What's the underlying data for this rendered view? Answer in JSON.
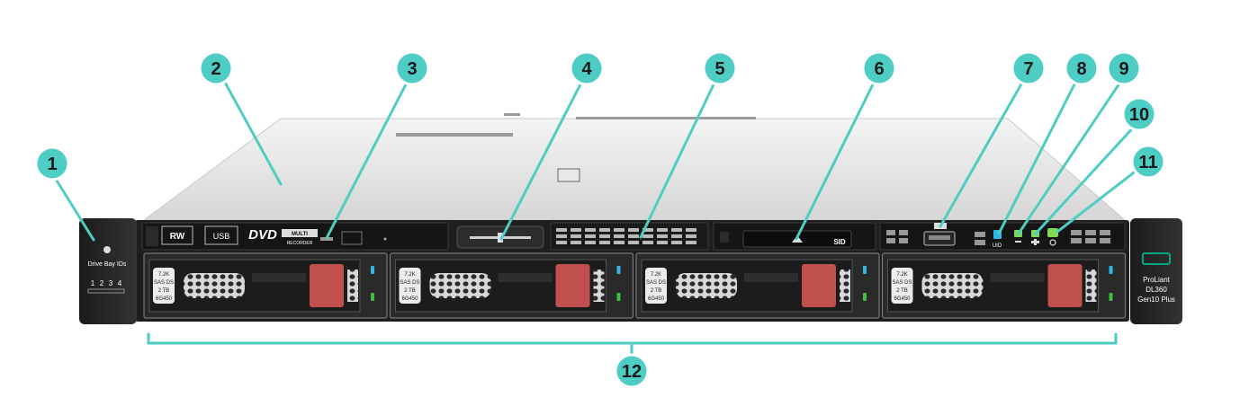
{
  "callouts": [
    "1",
    "2",
    "3",
    "4",
    "5",
    "6",
    "7",
    "8",
    "9",
    "10",
    "11",
    "12"
  ],
  "chassis": {
    "left_ear_label": "Drive Bay IDs",
    "bay_ids": [
      "1",
      "2",
      "3",
      "4"
    ],
    "optical_label": "DVD",
    "optical_sub": "RECORDER",
    "optical_badge_rw": "RW",
    "optical_badge_usb": "USB",
    "optical_badge_multi": "MULTI",
    "sid_label": "SID",
    "uid_label": "UID",
    "brand": "ProLiant",
    "model": "DL360",
    "generation": "Gen10 Plus"
  },
  "drives": [
    {
      "rpm": "7.2K",
      "iface": "SAS DS",
      "size": "2 TB",
      "fw": "6G450"
    },
    {
      "rpm": "7.2K",
      "iface": "SAS DS",
      "size": "2 TB",
      "fw": "6G450"
    },
    {
      "rpm": "7.2K",
      "iface": "SAS DS",
      "size": "2 TB",
      "fw": "6G450"
    },
    {
      "rpm": "7.2K",
      "iface": "SAS DS",
      "size": "2 TB",
      "fw": "6G450"
    }
  ],
  "colors": {
    "callout": "#4ecdc4",
    "drive_handle": "#c0504d",
    "uid_led": "#33b5e5",
    "status_led": "#7ed957",
    "brand_green": "#01a982"
  }
}
